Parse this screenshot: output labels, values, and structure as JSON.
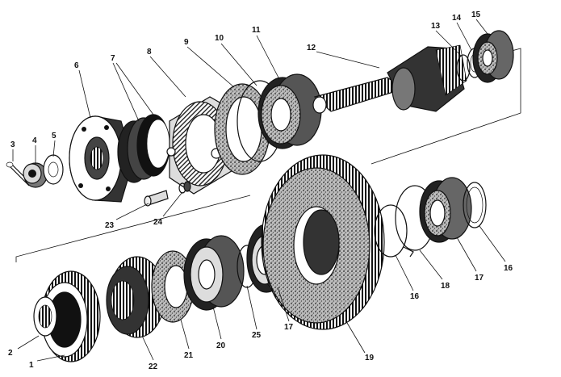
{
  "figure": {
    "type": "exploded parts diagram",
    "palette": {
      "ink": "#111111",
      "paper": "#ffffff",
      "mid": "#555555",
      "light": "#d9d9d9"
    }
  },
  "callouts": {
    "c1": "1",
    "c2": "2",
    "c3": "3",
    "c4": "4",
    "c5": "5",
    "c6": "6",
    "c7": "7",
    "c8": "8",
    "c9": "9",
    "c10": "10",
    "c11": "11",
    "c12": "12",
    "c13": "13",
    "c14": "14",
    "c15": "15",
    "c16a": "16",
    "c16b": "16",
    "c17a": "17",
    "c17b": "17",
    "c18": "18",
    "c19": "19",
    "c20": "20",
    "c21": "21",
    "c22": "22",
    "c23": "23",
    "c24": "24",
    "c25": "25"
  }
}
